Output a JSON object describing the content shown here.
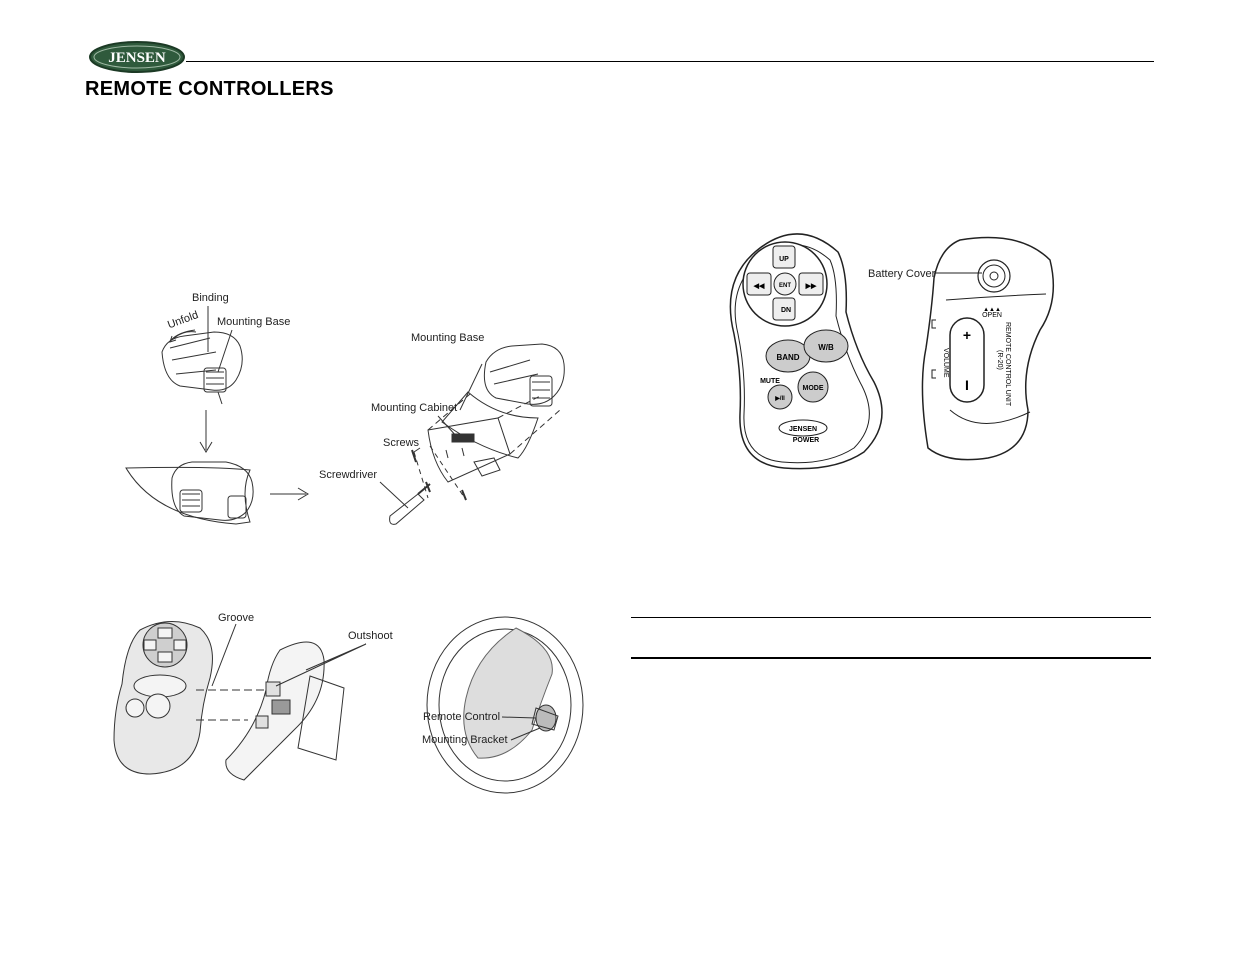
{
  "header": {
    "logo_text": "JENSEN",
    "section_title": "REMOTE CONTROLLERS"
  },
  "figure_mounting": {
    "labels": {
      "binding": "Binding",
      "unfold": "Unfold",
      "mounting_base_1": "Mounting Base",
      "mounting_base_2": "Mounting Base",
      "mounting_cabinet": "Mounting Cabinet",
      "screws": "Screws",
      "screwdriver": "Screwdriver"
    }
  },
  "figure_install": {
    "labels": {
      "groove": "Groove",
      "outshoot": "Outshoot",
      "remote_control": "Remote Control",
      "mounting_bracket": "Mounting Bracket"
    }
  },
  "figure_remote": {
    "buttons": {
      "up": "UP",
      "dn": "DN",
      "ent": "ENT",
      "prev": "◀◀",
      "next": "▶▶",
      "band": "BAND",
      "wb": "W/B",
      "mute": "MUTE",
      "play": "▶/II",
      "mode": "MODE",
      "brand": "JENSEN",
      "power": "POWER"
    },
    "back": {
      "battery_cover": "Battery Cover",
      "open": "OPEN",
      "open_arrows": "▲▲▲",
      "plus": "+",
      "minus": "I",
      "volume": "VOLUME",
      "unit_label": "REMOTE CONTROL UNIT",
      "model": "(R-20)"
    }
  }
}
